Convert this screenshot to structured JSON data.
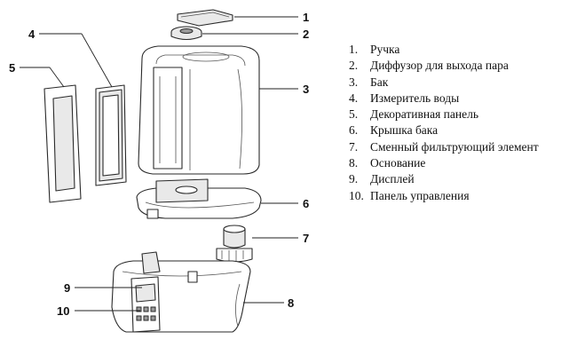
{
  "callouts": [
    "1",
    "2",
    "3",
    "4",
    "5",
    "6",
    "7",
    "8",
    "9",
    "10"
  ],
  "legend": [
    {
      "num": "1.",
      "label": "Ручка"
    },
    {
      "num": "2.",
      "label": "Диффузор для выхода пара"
    },
    {
      "num": "3.",
      "label": "Бак"
    },
    {
      "num": "4.",
      "label": "Измеритель воды"
    },
    {
      "num": "5.",
      "label": "Декоративная панель"
    },
    {
      "num": "6.",
      "label": "Крышка бака"
    },
    {
      "num": "7.",
      "label": "Сменный фильтрующий элемент"
    },
    {
      "num": "8.",
      "label": "Основание"
    },
    {
      "num": "9.",
      "label": "Дисплей"
    },
    {
      "num": "10.",
      "label": "Панель управления"
    }
  ]
}
